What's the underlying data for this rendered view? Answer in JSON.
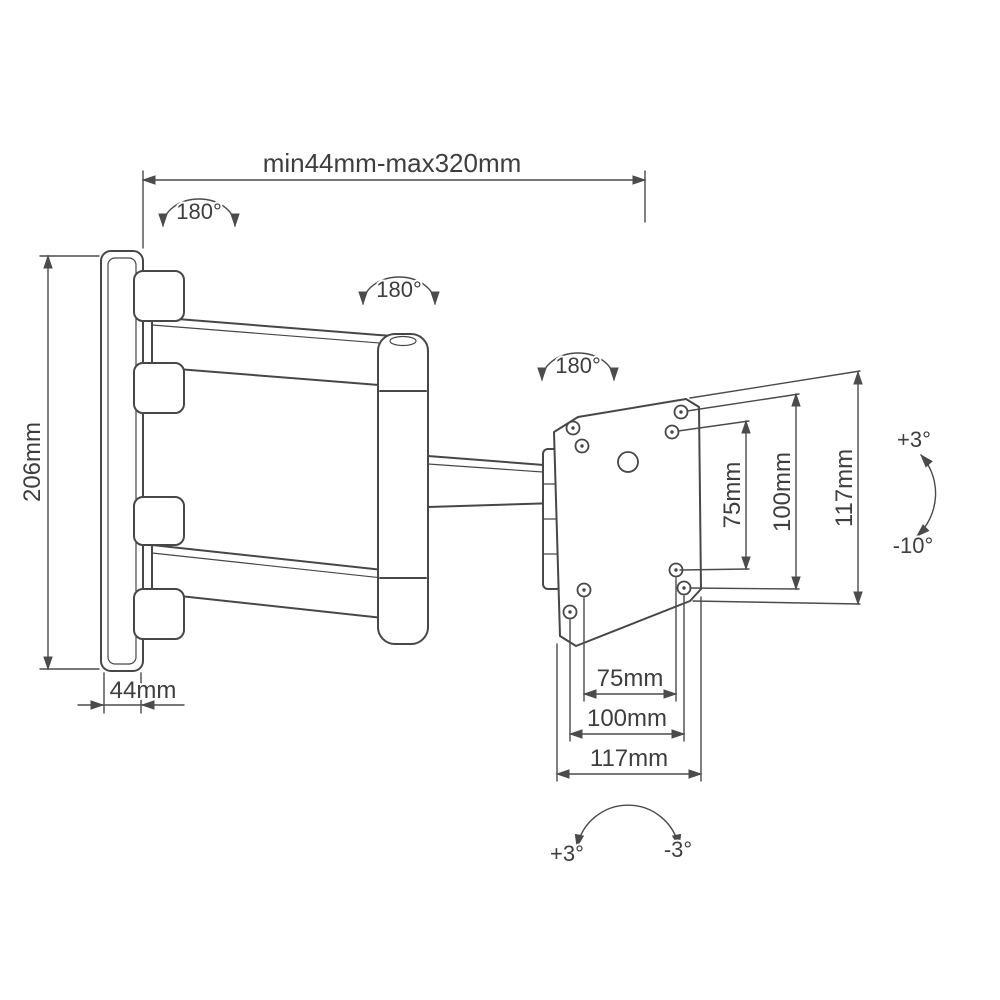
{
  "diagram_labels": {
    "extension_range": "min44mm-max320mm",
    "wall_plate_height": "206mm",
    "wall_plate_depth": "44mm",
    "swivel_joint_1": "180°",
    "swivel_joint_2": "180°",
    "swivel_joint_3": "180°",
    "vesa_height_75": "75mm",
    "vesa_height_100": "100mm",
    "plate_height_117": "117mm",
    "vesa_width_75": "75mm",
    "vesa_width_100": "100mm",
    "plate_width_117": "117mm",
    "tilt_up": "+3°",
    "tilt_down": "-10°",
    "rotation_left": "+3°",
    "rotation_right": "-3°"
  },
  "style": {
    "line_color": "#474747",
    "dimension_color": "#4b4b4b",
    "background": "#ffffff"
  }
}
